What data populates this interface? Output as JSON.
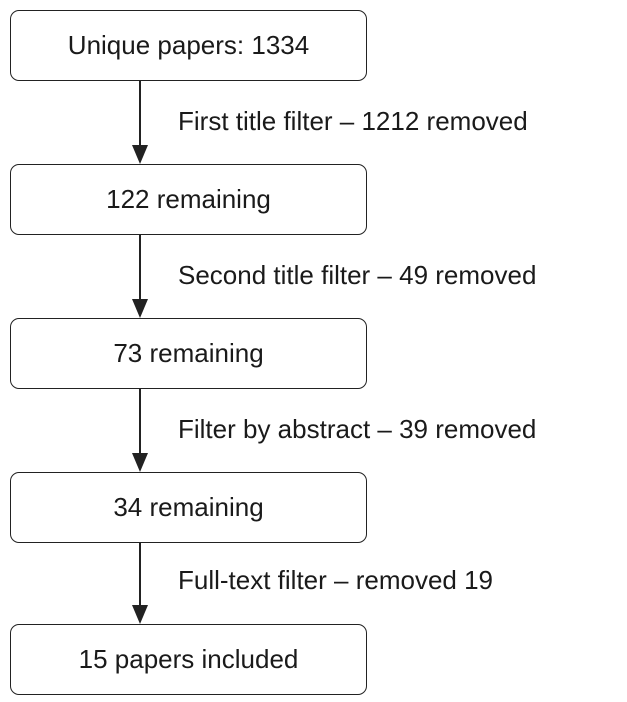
{
  "flowchart": {
    "steps": [
      {
        "text": "Unique papers: 1334"
      },
      {
        "text": "122 remaining"
      },
      {
        "text": "73 remaining"
      },
      {
        "text": "34 remaining"
      },
      {
        "text": "15 papers included"
      }
    ],
    "transitions": [
      {
        "text": "First title filter – 1212 removed"
      },
      {
        "text": "Second title filter – 49 removed"
      },
      {
        "text": "Filter by abstract – 39 removed"
      },
      {
        "text": "Full-text filter – removed 19"
      }
    ]
  },
  "colors": {
    "stroke": "#222222",
    "text": "#1a1a1a",
    "background": "#ffffff"
  }
}
